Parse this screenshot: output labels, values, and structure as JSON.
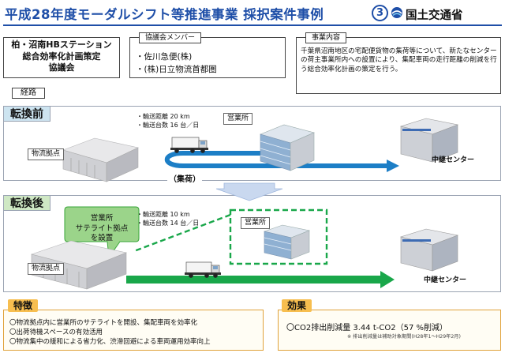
{
  "header": {
    "title": "平成28年度モーダルシフト等推進事業 採択案件事例",
    "number": "3",
    "ministry": "国土交通省",
    "ministry_icon": "mlit-logo-icon",
    "accent_color": "#1f4fa8"
  },
  "council": {
    "lines": [
      "柏・沼南HBステーション",
      "総合効率化計画策定",
      "協議会"
    ]
  },
  "members": {
    "tag": "協議会メンバー",
    "items": [
      "・佐川急便(株)",
      "・(株)日立物流首都圏"
    ]
  },
  "content": {
    "tag": "事業内容",
    "text": "千葉県沼南地区の宅配便貨物の集荷等について、新たなセンターの荷主事業所内への設置により、集配車両の走行距離の削減を行う総合効率化計画の策定を行う。"
  },
  "route": {
    "tag": "経路"
  },
  "before": {
    "label": "転換前",
    "stats": [
      "・輸送距離 20 km",
      "・輸送台数 16 台／日"
    ],
    "logistics_base": "物流拠点",
    "office": "営業所",
    "relay_center": "中継センター",
    "pickup": "（集荷）"
  },
  "after": {
    "label": "転換後",
    "stats": [
      "・輸送距離 10 km",
      "・輸送台数 14 台／日"
    ],
    "callout": [
      "営業所",
      "サテライト拠点",
      "を設置"
    ],
    "logistics_base": "物流拠点",
    "office": "営業所",
    "relay_center": "中継センター"
  },
  "features": {
    "label": "特徴",
    "items": [
      "〇物流拠点内に営業所のサテライトを開設、集配車両を効率化",
      "〇出荷待機スペースの有効活用",
      "〇物流集中の緩和による省力化、渋滞回避による車両運用効率向上"
    ]
  },
  "effect": {
    "label": "効果",
    "text": "〇CO2排出削減量 3.44 t-CO2（57 %削減）",
    "note": "※ 排出削減量は補助対象期間(H28年1～H29年2月)"
  },
  "colors": {
    "arrow_blue": "#1c7ec6",
    "arrow_green": "#19a74a",
    "callout_green": "#3aa63a",
    "feature_orange": "#f7be4f"
  }
}
